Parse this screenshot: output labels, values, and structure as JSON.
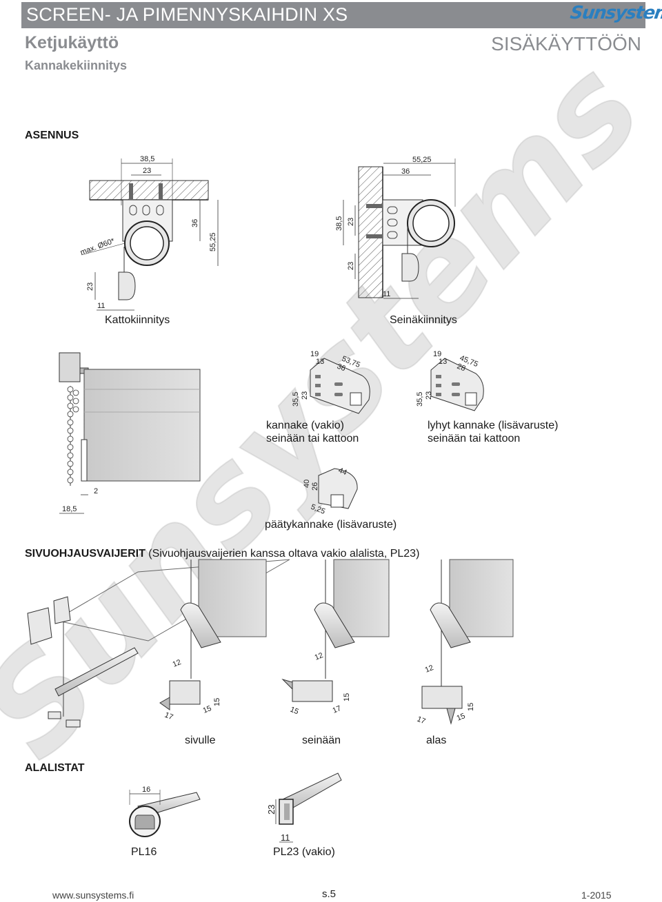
{
  "header": {
    "title": "SCREEN- JA PIMENNYSKAIHDIN XS",
    "logo": "Sunsystems",
    "subtitle": "Ketjukäyttö",
    "subtitle2": "Kannakekiinnitys",
    "usage": "SISÄKÄYTTÖÖN"
  },
  "watermark": "Sunsystems",
  "assembly": {
    "heading": "ASENNUS",
    "ceiling": {
      "caption": "Kattokiinnitys",
      "dims": [
        "38,5",
        "23",
        "36",
        "55,25",
        "max. Ø60*",
        "23",
        "11"
      ]
    },
    "wall": {
      "caption": "Seinäkiinnitys",
      "dims": [
        "55,25",
        "36",
        "38,5",
        "23",
        "23",
        "11"
      ]
    }
  },
  "brackets": {
    "standard": {
      "caption_line1": "kannake (vakio)",
      "caption_line2": "seinään tai kattoon",
      "dims": [
        "19",
        "13",
        "53,75",
        "36",
        "35,5",
        "23"
      ]
    },
    "short": {
      "caption_line1": "lyhyt kannake (lisävaruste)",
      "caption_line2": "seinään tai kattoon",
      "dims": [
        "19",
        "13",
        "45,75",
        "28",
        "35,5",
        "23"
      ]
    },
    "end": {
      "caption": "päätykannake (lisävaruste)",
      "dims": [
        "44",
        "40",
        "26",
        "5,25"
      ]
    },
    "blind_dims": [
      "2",
      "18,5"
    ]
  },
  "side_guides": {
    "heading_bold": "SIVUOHJAUSVAIJERIT",
    "heading_rest": " (Sivuohjausvaijerien kanssa oltava vakio alalista, PL23)",
    "options": [
      {
        "label": "sivulle",
        "dims": [
          "12",
          "17",
          "15",
          "15"
        ]
      },
      {
        "label": "seinään",
        "dims": [
          "12",
          "15",
          "17",
          "15"
        ]
      },
      {
        "label": "alas",
        "dims": [
          "12",
          "17",
          "15",
          "15"
        ]
      }
    ]
  },
  "bottom_rails": {
    "heading": "ALALISTAT",
    "pl16": {
      "label": "PL16",
      "dim": "16"
    },
    "pl23": {
      "label": "PL23 (vakio)",
      "dims": [
        "23",
        "11"
      ]
    }
  },
  "footer": {
    "website": "www.sunsystems.fi",
    "page": "s.5",
    "date": "1-2015"
  }
}
